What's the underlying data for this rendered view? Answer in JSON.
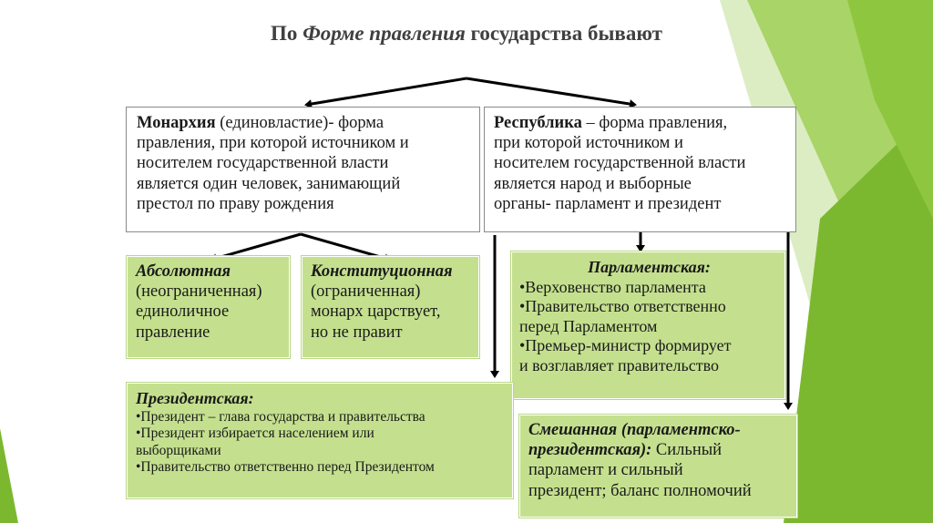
{
  "title": {
    "prefix": "По ",
    "emphasis": "Форме правления",
    "suffix": " государства бывают"
  },
  "monarchy": {
    "term": "Монархия",
    "lines": [
      " (единовластие)- форма",
      "правления, при которой источником и",
      "носителем государственной власти",
      "является один человек, занимающий",
      "престол по праву рождения"
    ]
  },
  "republic": {
    "term": "Республика",
    "lines": [
      " – форма правления,",
      "при которой источником и",
      "носителем государственной власти",
      "является народ и выборные",
      "органы- парламент и президент"
    ]
  },
  "absolute": {
    "term": "Абсолютная",
    "lines": [
      "(неограниченная)",
      "единоличное",
      "правление"
    ]
  },
  "constitutional": {
    "term": "Конституционная",
    "lines": [
      "(ограниченная)",
      "монарх царствует,",
      "но не правит"
    ]
  },
  "parliamentary": {
    "term": "Парламентская:",
    "items": [
      "•Верховенство парламента",
      "•Правительство ответственно",
      "перед Парламентом",
      "•Премьер-министр формирует",
      "и возглавляет правительство"
    ]
  },
  "presidential": {
    "term": "Президентская:",
    "items": [
      "•Президент – глава государства и правительства",
      "•Президент избирается населением или",
      "выборщиками",
      "•Правительство ответственно перед Президентом"
    ]
  },
  "mixed": {
    "term_line1": "Смешанная (парламентско-",
    "term_line2": "президентская):",
    "line2_rest": " Сильный",
    "lines": [
      "парламент и сильный",
      "президент; баланс полномочий"
    ]
  },
  "colors": {
    "box_green": "#c4e08e",
    "deco_green": "#7cb82f",
    "arrow": "#000000"
  }
}
